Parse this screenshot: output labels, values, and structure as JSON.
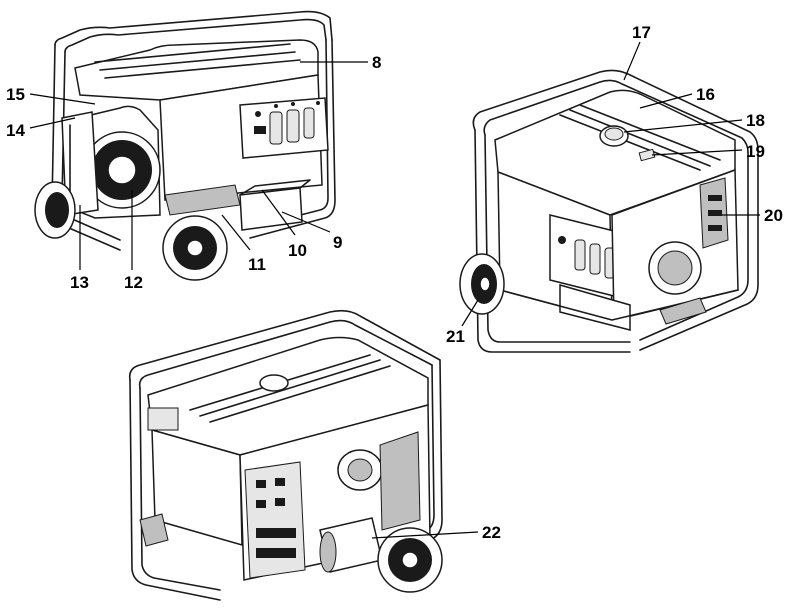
{
  "callouts": {
    "c8": "8",
    "c9": "9",
    "c10": "10",
    "c11": "11",
    "c12": "12",
    "c13": "13",
    "c14": "14",
    "c15": "15",
    "c16": "16",
    "c17": "17",
    "c18": "18",
    "c19": "19",
    "c20": "20",
    "c21": "21",
    "c22": "22"
  }
}
